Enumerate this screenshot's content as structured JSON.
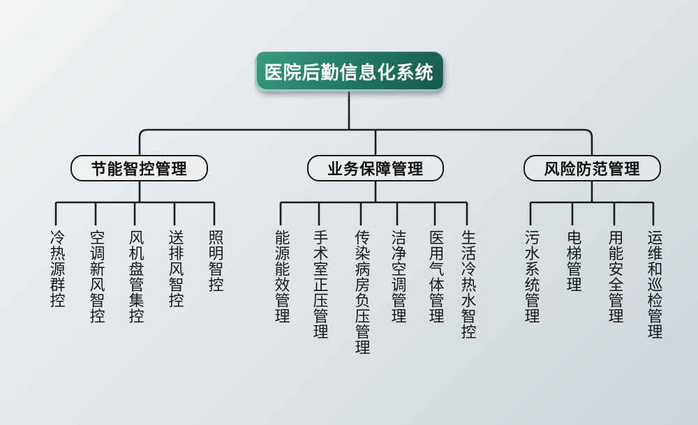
{
  "root": {
    "label": "医院后勤信息化系统"
  },
  "branches": [
    {
      "label": "节能智控管理",
      "children": [
        "冷热源群控",
        "空调新风智控",
        "风机盘管集控",
        "送排风智控",
        "照明智控"
      ]
    },
    {
      "label": "业务保障管理",
      "children": [
        "能源能效管理",
        "手术室正压管理",
        "传染病房负压管理",
        "洁净空调管理",
        "医用气体管理",
        "生活冷热水智控"
      ]
    },
    {
      "label": "风险防范管理",
      "children": [
        "污水系统管理",
        "电梯管理",
        "用能安全管理",
        "运维和巡检管理"
      ]
    }
  ],
  "colors": {
    "root_gradient_start": "#3a9c81",
    "root_gradient_end": "#16594a",
    "root_text": "#ffffff",
    "line": "#1b1b1b",
    "node_border": "#161616",
    "background_start": "#f1f3f4",
    "background_end": "#cbd5da"
  }
}
